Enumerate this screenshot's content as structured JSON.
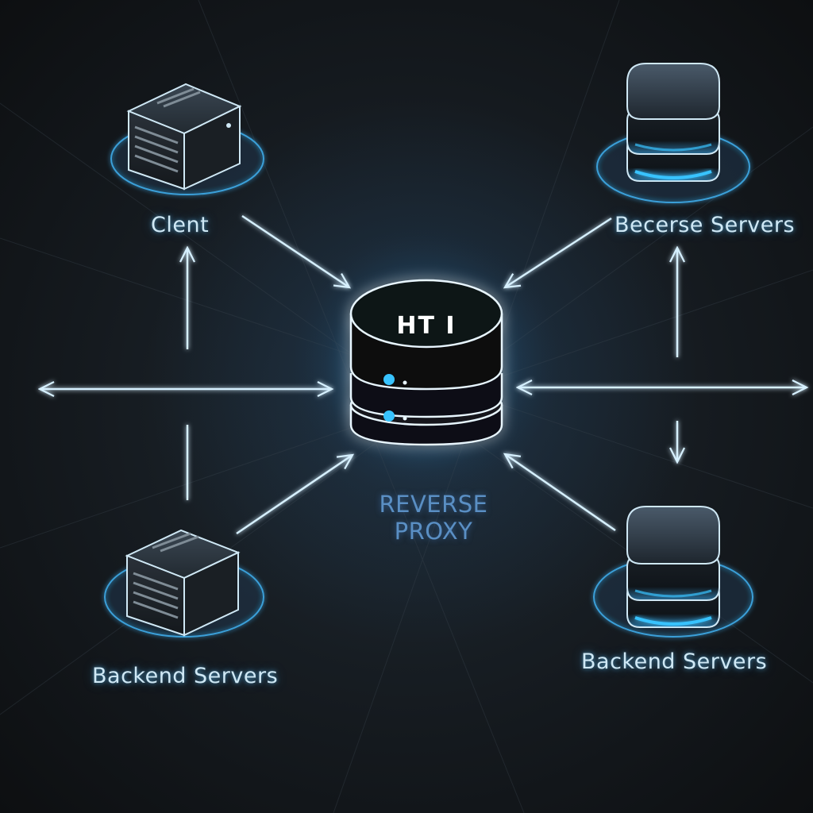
{
  "proxy": {
    "disk_text": "HT I",
    "label_line1": "REVERSE",
    "label_line2": "PROXY",
    "icon": "database-stack-icon"
  },
  "nodes": {
    "client": {
      "label": "Clent",
      "icon": "server-box-icon"
    },
    "top_right": {
      "label": "Becerse Servers",
      "icon": "database-stack-icon"
    },
    "bottom_left": {
      "label": "Backend Servers",
      "icon": "server-box-icon"
    },
    "bottom_right": {
      "label": "Backend Servers",
      "icon": "database-stack-icon"
    }
  },
  "colors": {
    "background": "#111417",
    "glow": "#3aa0e0",
    "line": "#d6f0ff",
    "accent": "#39c3ff"
  }
}
